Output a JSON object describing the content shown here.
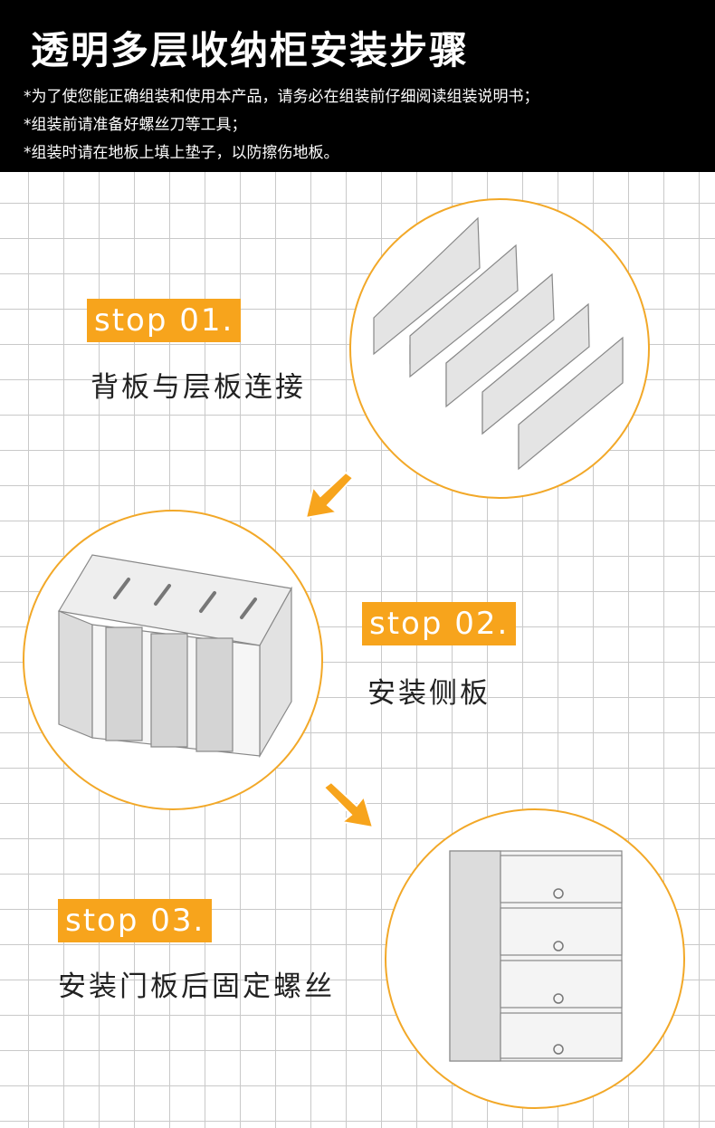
{
  "header": {
    "title": "透明多层收纳柜安装步骤",
    "notes": [
      "*为了使您能正确组装和使用本产品，请务必在组装前仔细阅读组装说明书；",
      "*组装前请准备好螺丝刀等工具；",
      "*组装时请在地板上填上垫子，以防擦伤地板。"
    ]
  },
  "steps": [
    {
      "tag": "stop 01.",
      "desc": "背板与层板连接"
    },
    {
      "tag": "stop 02.",
      "desc": "安装侧板"
    },
    {
      "tag": "stop 03.",
      "desc": "安装门板后固定螺丝"
    }
  ],
  "colors": {
    "accent": "#f7a41c",
    "header_bg": "#000000",
    "grid": "#c9c9c9"
  },
  "icons": [
    "arrow-down-left-icon",
    "arrow-down-right-icon"
  ]
}
